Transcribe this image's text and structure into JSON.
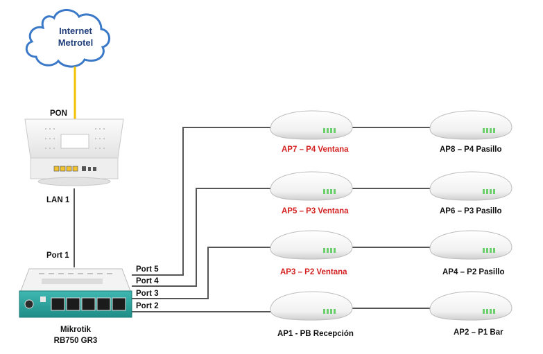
{
  "colors": {
    "cloud_stroke": "#3a78c8",
    "fiber": "#f2c200",
    "cable": "#555555",
    "ap_label_red": "#d42020",
    "ap_label_black": "#111111",
    "router_teal": "#2aa6a0"
  },
  "internet": {
    "line1": "Internet",
    "line2": "Metrotel"
  },
  "modem": {
    "pon_label": "PON",
    "lan_label": "LAN 1"
  },
  "router": {
    "port_label": "Port 1",
    "name_line1": "Mikrotik",
    "name_line2": "RB750 GR3"
  },
  "ports": [
    "Port 5",
    "Port 4",
    "Port 3",
    "Port 2"
  ],
  "access_points": [
    {
      "label": "AP7 – P4 Ventana",
      "highlight": true
    },
    {
      "label": "AP8 – P4 Pasillo",
      "highlight": false
    },
    {
      "label": "AP5 – P3 Ventana",
      "highlight": true
    },
    {
      "label": "AP6 – P3 Pasillo",
      "highlight": false
    },
    {
      "label": "AP3 – P2 Ventana",
      "highlight": true
    },
    {
      "label": "AP4 – P2 Pasillo",
      "highlight": false
    },
    {
      "label": "AP1 - PB Recepción",
      "highlight": false
    },
    {
      "label": "AP2 – P1 Bar",
      "highlight": false
    }
  ]
}
